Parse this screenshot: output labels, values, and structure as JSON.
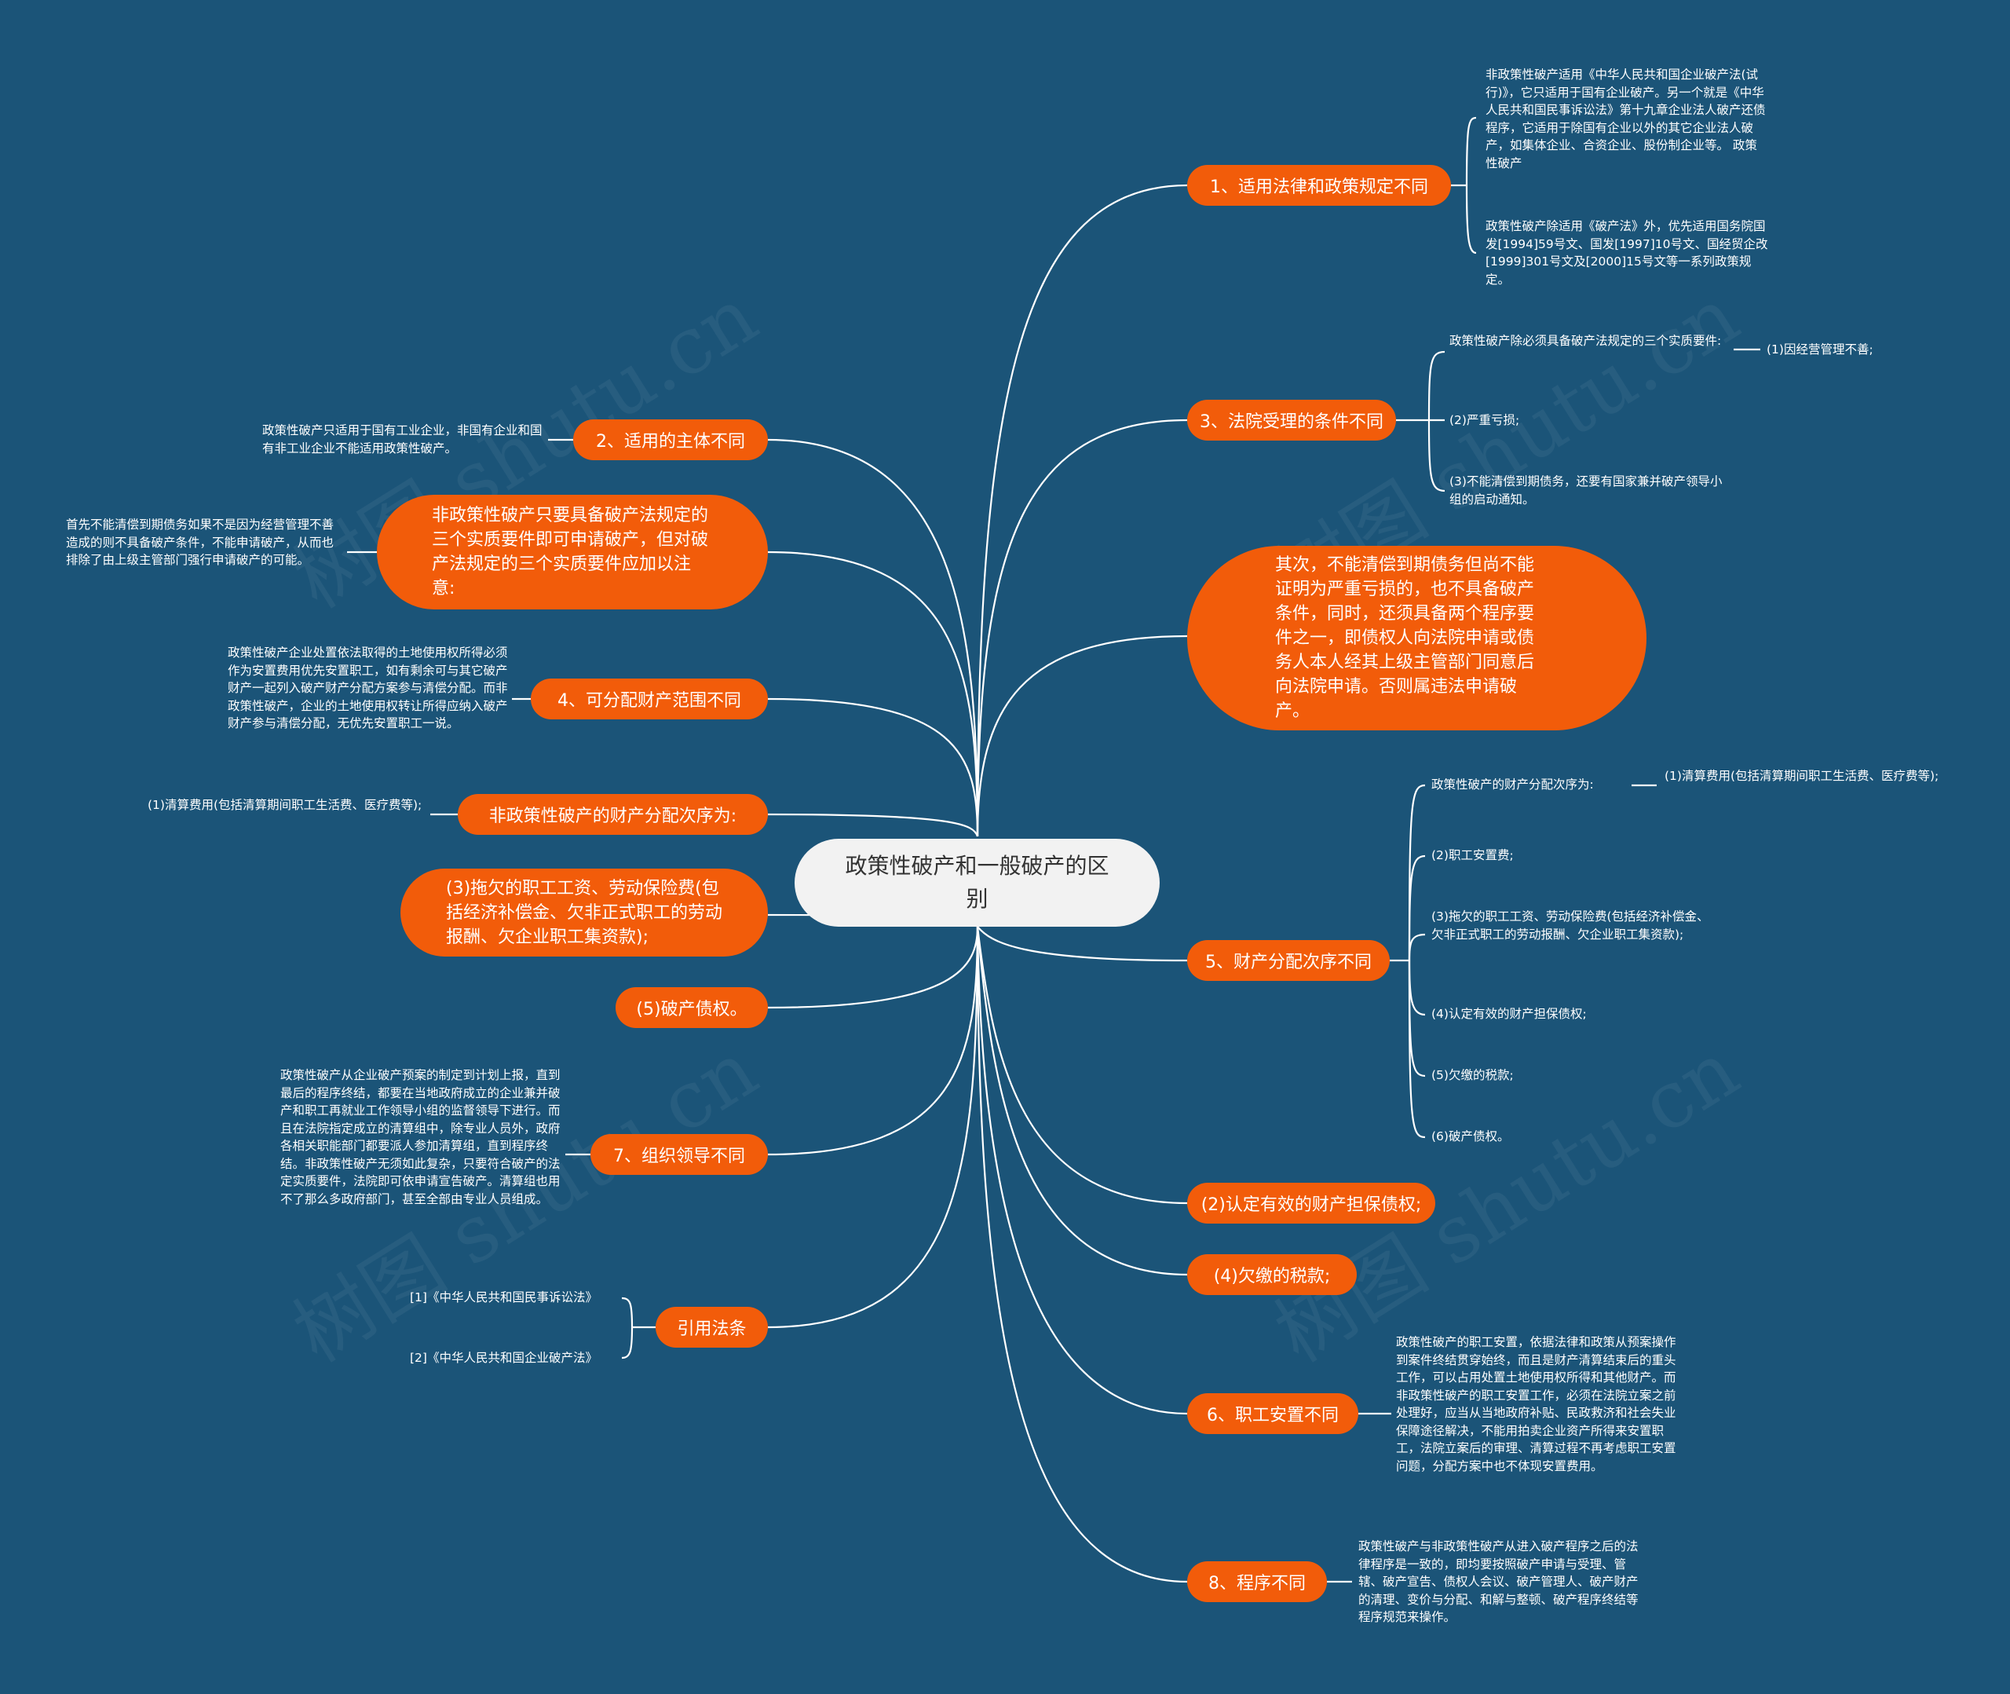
{
  "watermark": "树图 shutu.cn",
  "colors": {
    "background": "#1b5478",
    "accent": "#f25c0a",
    "root": "#f2f2f2",
    "line": "#ffffff"
  },
  "root": {
    "label": "政策性破产和一般破产的区别"
  },
  "branches": {
    "b1": {
      "label": "1、适用法律和政策规定不同",
      "n1": "非政策性破产适用《中华人民共和国企业破产法(试行)》，它只适用于国有企业破产。另一个就是《中华人民共和国民事诉讼法》第十九章企业法人破产还债程序，它适用于除国有企业以外的其它企业法人破产，如集体企业、合资企业、股份制企业等。 政策性破产",
      "n2": "政策性破产除适用《破产法》外，优先适用国务院国发[1994]59号文、国发[1997]10号文、国经贸企改[1999]301号文及[2000]15号文等一系列政策规定。"
    },
    "b3": {
      "label": "3、法院受理的条件不同",
      "n1": "政策性破产除必须具备破产法规定的三个实质要件:",
      "n1a": "(1)因经营管理不善;",
      "n2": "(2)严重亏损;",
      "n3": "(3)不能清偿到期债务，还要有国家兼并破产领导小组的启动通知。"
    },
    "bubble_r": {
      "label": "其次，不能清偿到期债务但尚不能证明为严重亏损的，也不具备破产条件，同时，还须具备两个程序要件之一，即债权人向法院申请或债务人本人经其上级主管部门同意后向法院申请。否则属违法申请破产。"
    },
    "b5": {
      "label": "5、财产分配次序不同",
      "n1": "政策性破产的财产分配次序为:",
      "n1a": "(1)清算费用(包括清算期间职工生活费、医疗费等);",
      "n2": "(2)职工安置费;",
      "n3": "(3)拖欠的职工工资、劳动保险费(包括经济补偿金、欠非正式职工的劳动报酬、欠企业职工集资款);",
      "n4": "(4)认定有效的财产担保债权;",
      "n5": "(5)欠缴的税款;",
      "n6": "(6)破产债权。"
    },
    "r_p2": {
      "label": "(2)认定有效的财产担保债权;"
    },
    "r_p4": {
      "label": "(4)欠缴的税款;"
    },
    "b6": {
      "label": "6、职工安置不同",
      "n1": "政策性破产的职工安置，依据法律和政策从预案操作到案件终结贯穿始终，而且是财产清算结束后的重头工作，可以占用处置土地使用权所得和其他财产。而非政策性破产的职工安置工作，必须在法院立案之前处理好，应当从当地政府补贴、民政救济和社会失业保障途径解决，不能用拍卖企业资产所得来安置职工，法院立案后的审理、清算过程不再考虑职工安置问题，分配方案中也不体现安置费用。"
    },
    "b8": {
      "label": "8、程序不同",
      "n1": "政策性破产与非政策性破产从进入破产程序之后的法律程序是一致的，即均要按照破产申请与受理、管辖、破产宣告、债权人会议、破产管理人、破产财产的清理、变价与分配、和解与整顿、破产程序终结等程序规范来操作。"
    },
    "b2": {
      "label": "2、适用的主体不同",
      "n1": "政策性破产只适用于国有工业企业，非国有企业和国有非工业企业不能适用政策性破产。"
    },
    "bubble_l": {
      "label": "非政策性破产只要具备破产法规定的三个实质要件即可申请破产，但对破产法规定的三个实质要件应加以注意:",
      "n1": "首先不能清偿到期债务如果不是因为经营管理不善造成的则不具备破产条件，不能申请破产，从而也排除了由上级主管部门强行申请破产的可能。"
    },
    "b4": {
      "label": "4、可分配财产范围不同",
      "n1": "政策性破产企业处置依法取得的土地使用权所得必须作为安置费用优先安置职工，如有剩余可与其它破产财产一起列入破产财产分配方案参与清偿分配。而非政策性破产，企业的土地使用权转让所得应纳入破产财产参与清偿分配，无优先安置职工一说。"
    },
    "l_np": {
      "label": "非政策性破产的财产分配次序为:",
      "n1": "(1)清算费用(包括清算期间职工生活费、医疗费等);"
    },
    "l_p3": {
      "label": "(3)拖欠的职工工资、劳动保险费(包括经济补偿金、欠非正式职工的劳动报酬、欠企业职工集资款);"
    },
    "l_p5": {
      "label": "(5)破产债权。"
    },
    "b7": {
      "label": "7、组织领导不同",
      "n1": "政策性破产从企业破产预案的制定到计划上报，直到最后的程序终结，都要在当地政府成立的企业兼并破产和职工再就业工作领导小组的监督领导下进行。而且在法院指定成立的清算组中，除专业人员外，政府各相关职能部门都要派人参加清算组，直到程序终结。非政策性破产无须如此复杂，只要符合破产的法定实质要件，法院即可依申请宣告破产。清算组也用不了那么多政府部门，甚至全部由专业人员组成。"
    },
    "ref": {
      "label": "引用法条",
      "n1": "[1]《中华人民共和国民事诉讼法》",
      "n2": "[2]《中华人民共和国企业破产法》"
    }
  }
}
